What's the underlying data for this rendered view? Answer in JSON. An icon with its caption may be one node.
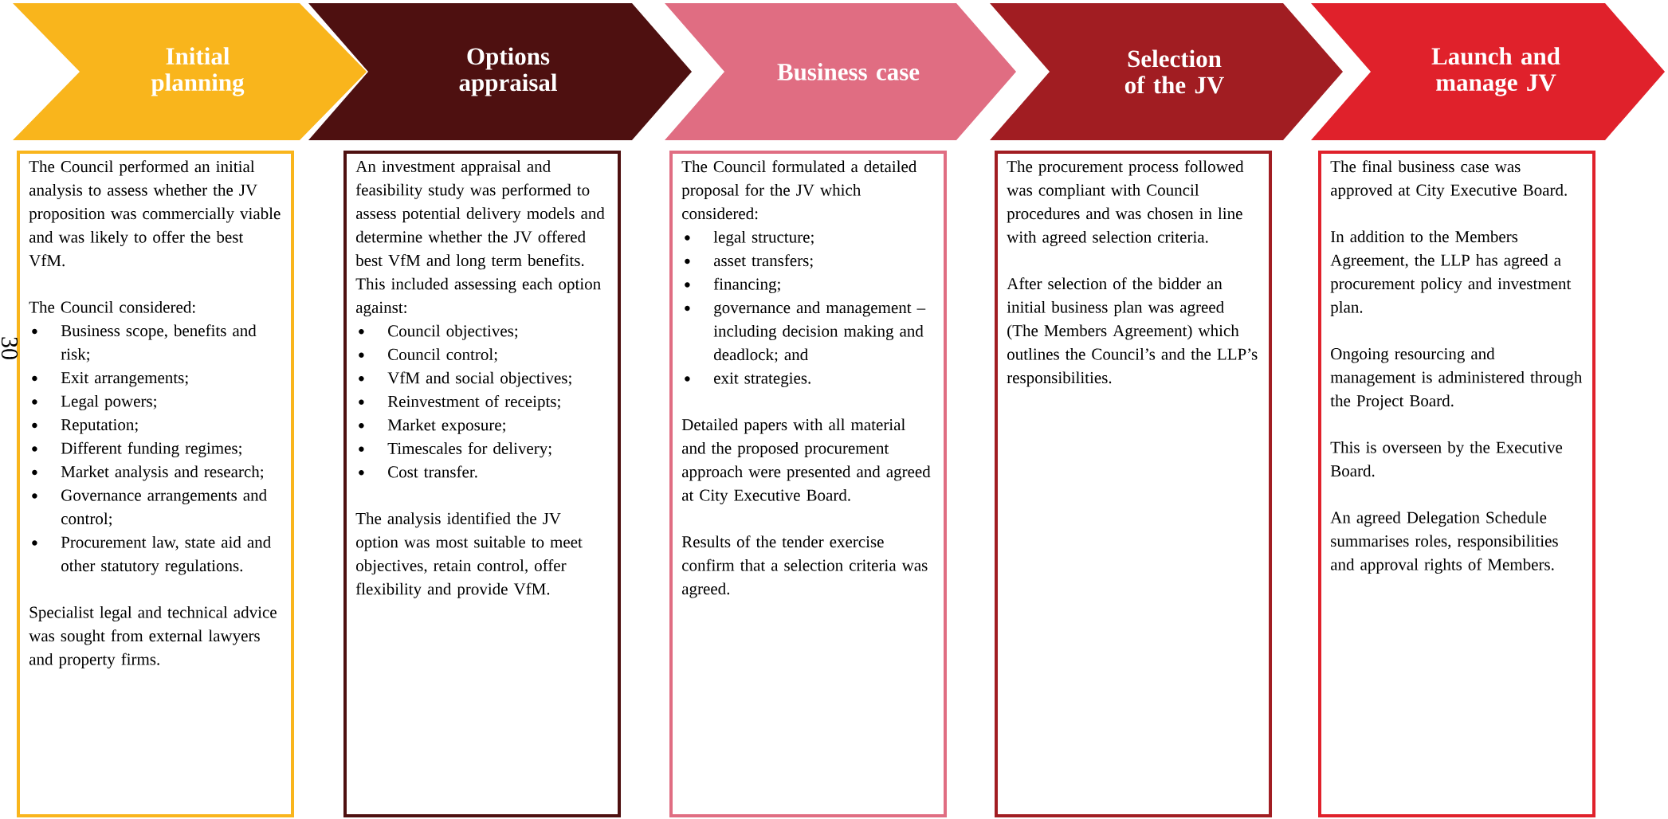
{
  "diagram": {
    "nodes": [
      {
        "text": [
          "Initial planning"
        ]
      },
      {
        "text": [
          "Options appraisal"
        ]
      },
      {
        "text": [
          "Business case"
        ]
      },
      {
        "text": [
          "Selection of the JV"
        ]
      },
      {
        "text": [
          "Launch and manage JV"
        ]
      },
      {
        "text": [
          "The Council performed an initial analysis to assess whether the JV proposition was commercially viable and was likely to offer the best VfM.",
          "The Council considered:",
          "Business scope, benefits and risk;",
          "Exit arrangements;",
          "Legal powers;",
          "Reputation;",
          "Different funding regimes;",
          "Market analysis and research;",
          "Governance arrangements and control;",
          "Procurement law, state aid and other statutory regulations.",
          "Specialist legal and technical advice was sought from external lawyers and property firms."
        ]
      },
      {
        "text": [
          "An investment appraisal and feasibility study was performed to assess potential delivery models and determine whether the JV offered best VfM and long term benefits. This included assessing each option against:",
          "Council objectives;",
          "Council control;",
          "VfM and social objectives;",
          "Reinvestment of receipts;",
          "Market exposure;",
          "Timescales for delivery;",
          "Cost transfer.",
          "The analysis identified the JV option was most suitable to meet objectives, retain control, offer flexibility and provide VfM."
        ]
      },
      {
        "text": [
          "The Council formulated a detailed proposal for the JV which considered:",
          "legal structure;",
          "asset transfers;",
          "financing;",
          "governance and management – including decision making and deadlock; and",
          "exit strategies.",
          "Detailed papers with all material and the proposed procurement approach were presented and agreed at City Executive Board.",
          "Results of the tender exercise confirm that a selection criteria was agreed."
        ]
      },
      {
        "text": [
          "The procurement process followed was compliant with Council procedures and was chosen in line with agreed selection criteria.",
          "After selection of the bidder an initial business plan was agreed (The Members Agreement) which outlines the Council’s and the LLP’s responsibilities."
        ]
      },
      {
        "text": [
          "The final business case was approved at City Executive Board.",
          "In addition to the Members Agreement, the LLP has agreed a procurement policy and investment plan.",
          "Ongoing resourcing and management is administered through the Project Board.",
          "This is overseen by the Executive Board.",
          "An agreed Delegation Schedule summarises roles, responsibilities and approval rights of Members."
        ]
      }
    ],
    "labels": [
      "30"
    ]
  }
}
